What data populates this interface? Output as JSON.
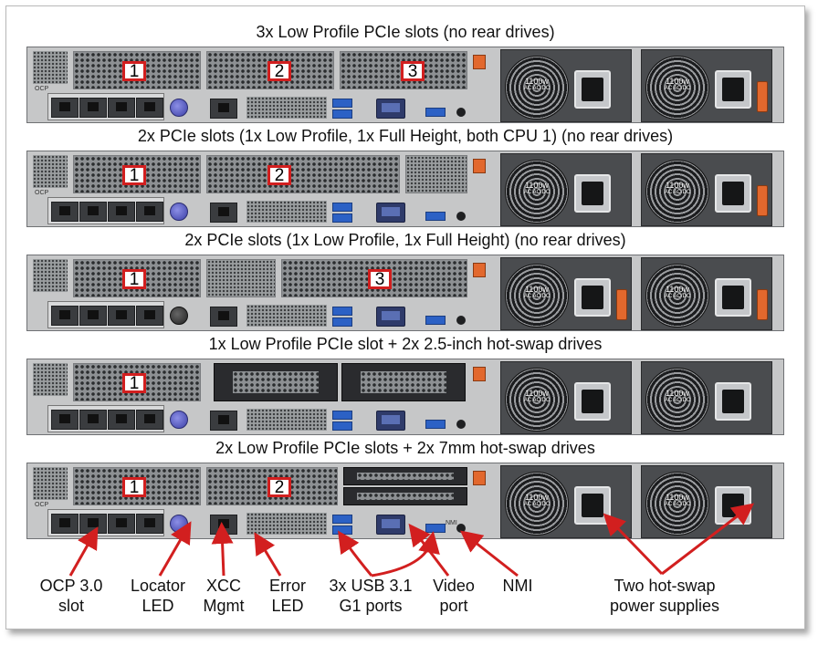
{
  "configurations": [
    {
      "title": "3x Low Profile PCIe slots (no rear drives)",
      "slots": [
        "1",
        "2",
        "3"
      ]
    },
    {
      "title": "2x PCIe slots (1x Low Profile, 1x Full Height, both CPU 1) (no rear drives)",
      "slots": [
        "1",
        "2"
      ]
    },
    {
      "title": "2x PCIe slots (1x Low Profile, 1x Full Height) (no rear drives)",
      "slots": [
        "1",
        "3"
      ]
    },
    {
      "title": "1x Low Profile PCIe slot + 2x 2.5-inch hot-swap drives",
      "slots": [
        "1"
      ]
    },
    {
      "title": "2x Low Profile PCIe slots + 2x 7mm hot-swap drives",
      "slots": [
        "1",
        "2"
      ]
    }
  ],
  "psu_label": "1100w",
  "psu_sublabel": "AC AC/DC",
  "ocp_label": "OCP",
  "nmi_label": "NMI",
  "callouts": {
    "ocp_slot": {
      "line1": "OCP 3.0",
      "line2": "slot"
    },
    "locator_led": {
      "line1": "Locator",
      "line2": "LED"
    },
    "xcc_mgmt": {
      "line1": "XCC",
      "line2": "Mgmt"
    },
    "error_led": {
      "line1": "Error",
      "line2": "LED"
    },
    "usb_ports": {
      "line1": "3x USB 3.1",
      "line2": "G1 ports"
    },
    "video_port": {
      "line1": "Video",
      "line2": "port"
    },
    "nmi": {
      "line1": "NMI",
      "line2": ""
    },
    "power_supplies": {
      "line1": "Two hot-swap",
      "line2": "power supplies"
    }
  },
  "colors": {
    "arrow": "#d21f1f",
    "slot_border": "#d21f1f",
    "latch": "#e2682d",
    "usb": "#2c61c5"
  }
}
